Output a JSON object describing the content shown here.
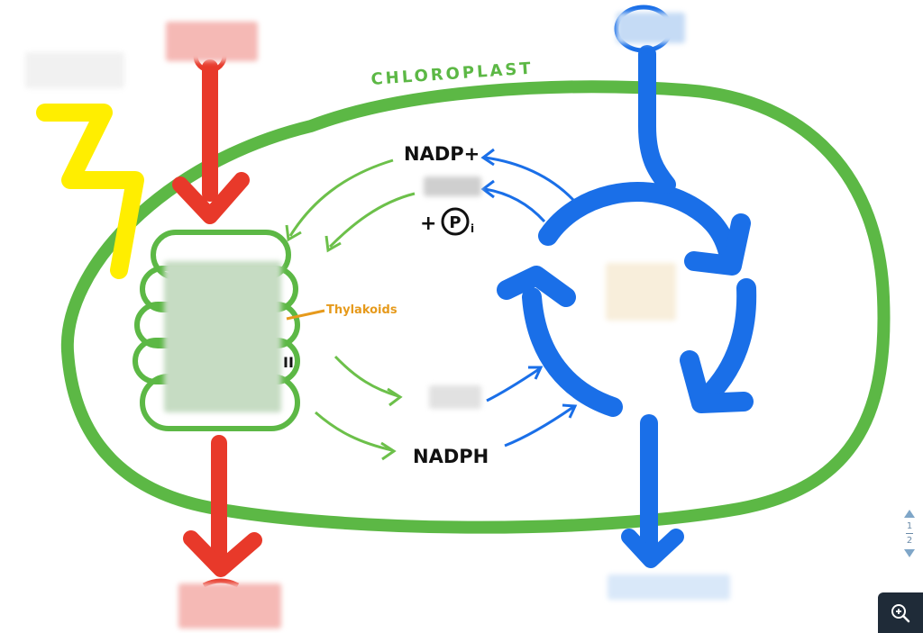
{
  "diagram": {
    "chloroplast_label": "CHLOROPLAST",
    "nadp_plus_label": "NADP+",
    "pi_plus": "+",
    "pi_symbol": "P",
    "pi_subscript": "i",
    "thylakoids_label": "Thylakoids",
    "photosystem_numeral": "II",
    "nadph_label": "NADPH",
    "colors": {
      "membrane": "#5cb845",
      "light": "#ffee00",
      "water_arrow": "#e8392a",
      "co2_arrow": "#1a6fe8",
      "thylakoid_label": "#e69a1c",
      "text": "#111111"
    }
  },
  "pagination": {
    "current": "1",
    "total": "2"
  },
  "icons": {
    "zoom": "zoom-in-icon",
    "page_up": "page-up-icon",
    "page_down": "page-down-icon"
  }
}
